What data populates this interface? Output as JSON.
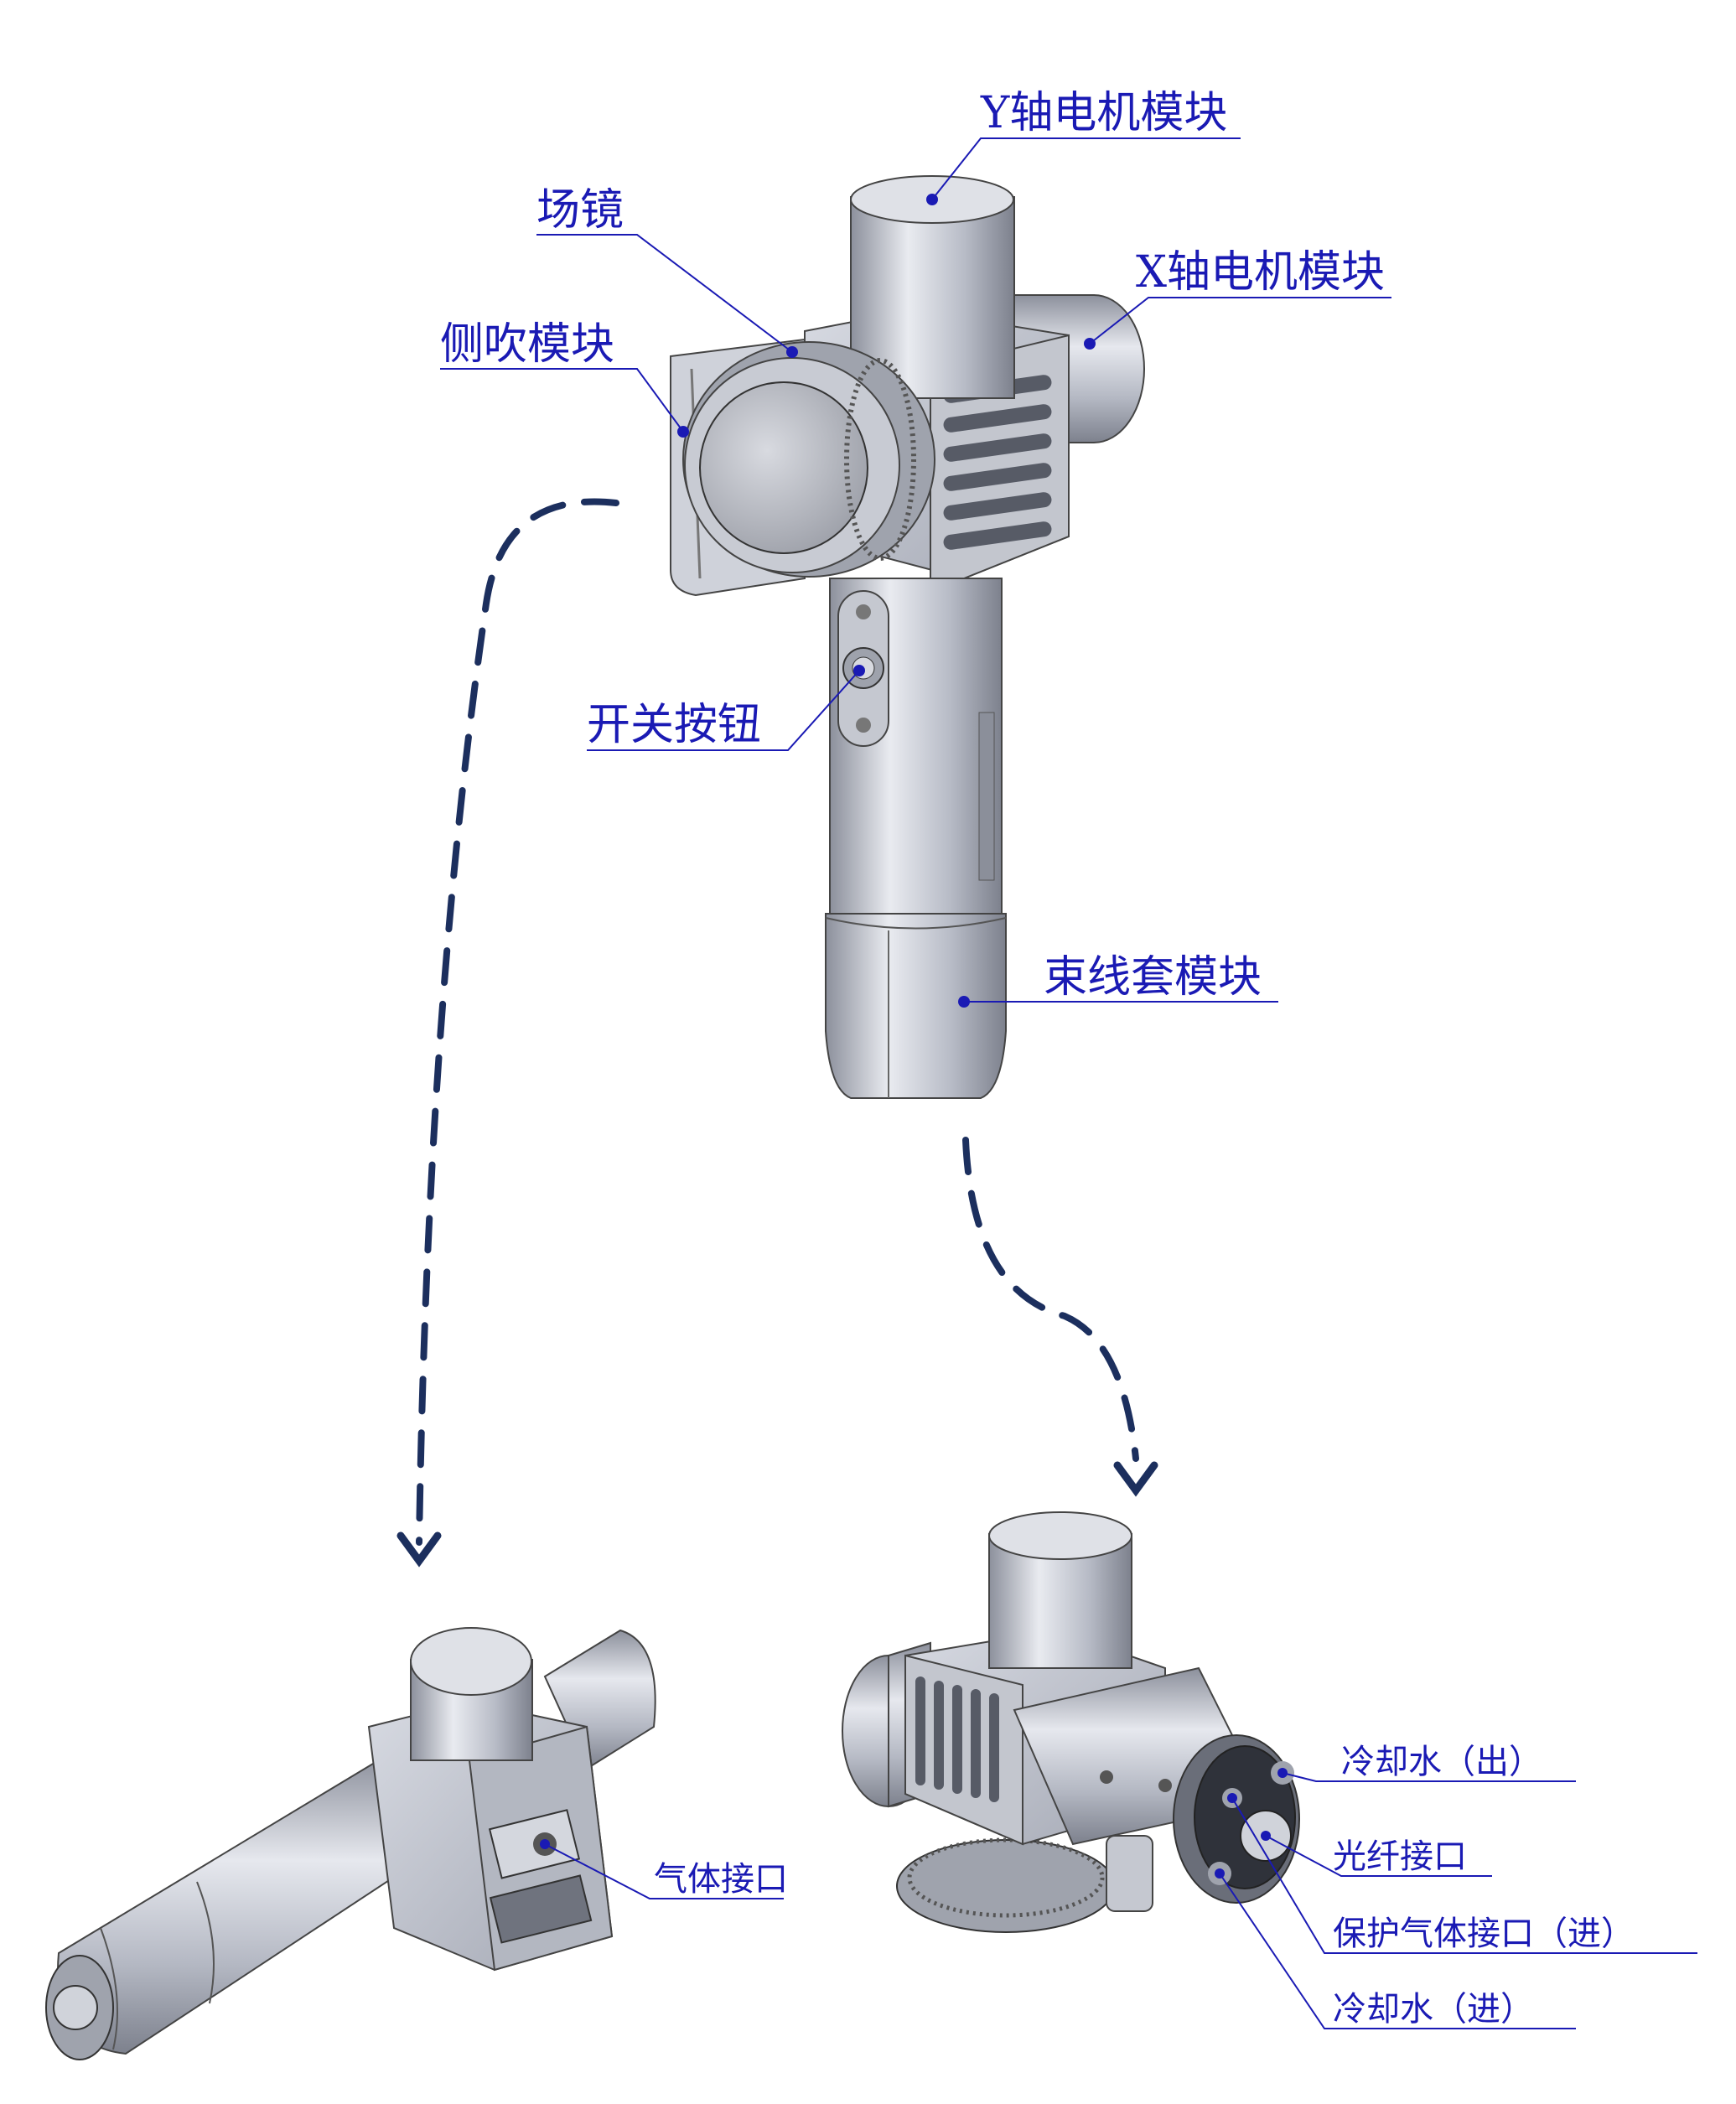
{
  "top_labels": {
    "y_motor": "Y轴电机模块",
    "field_lens": "场镜",
    "x_motor": "X轴电机模块",
    "side_blow": "侧吹模块",
    "switch_button": "开关按钮",
    "cable_sleeve": "束线套模块"
  },
  "bottom_left_labels": {
    "gas_port": "气体接口"
  },
  "bottom_right_labels": {
    "cooling_out": "冷却水（出）",
    "fiber_port": "光纤接口",
    "shield_gas_in": "保护气体接口（进）",
    "cooling_in": "冷却水（进）"
  },
  "colors": {
    "label": "#1a1ab4",
    "arrow": "#1c2f5e",
    "body": "#b9bdc8"
  }
}
